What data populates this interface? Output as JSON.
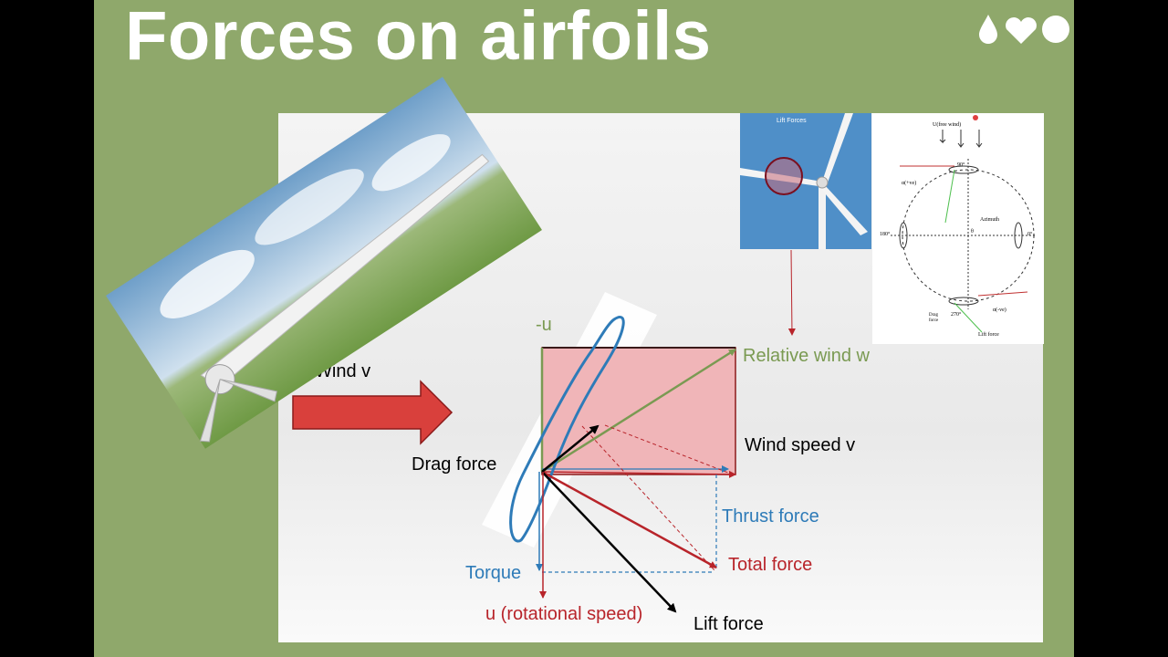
{
  "slide": {
    "title": "Forces on airfoils",
    "colors": {
      "background": "#8fa86b",
      "title": "#ffffff"
    },
    "logo": {
      "icon": "drop-heart-circle-logo"
    }
  },
  "diagram": {
    "labels": {
      "wind": "Wind v",
      "minus_u": "-u",
      "relative_wind": "Relative wind w",
      "wind_speed": "Wind speed v",
      "drag_force": "Drag force",
      "thrust_force": "Thrust force",
      "total_force": "Total force",
      "torque": "Torque",
      "u_rotational": "u (rotational speed)",
      "lift_force": "Lift force"
    },
    "colors": {
      "green": "#7a9a52",
      "blue": "#2e7bb8",
      "red": "#b8242a",
      "black": "#000000",
      "box_fill": "#f0b5b8",
      "arrow_fill": "#d9403c"
    }
  },
  "lift_photo": {
    "caption": "Lift Forces"
  },
  "blade_diagram": {
    "labels": {
      "free_wind": "U(free wind)",
      "deg_90": "90°",
      "deg_180": "180°",
      "deg_0": "0°",
      "deg_270": "270°",
      "alpha_pos": "α(+ve)",
      "alpha_neg": "α(-ve)",
      "azimuth": "Azimuth",
      "theta": "θ",
      "drag": "Drag",
      "force": "force",
      "lift_force": "Lift force"
    }
  }
}
